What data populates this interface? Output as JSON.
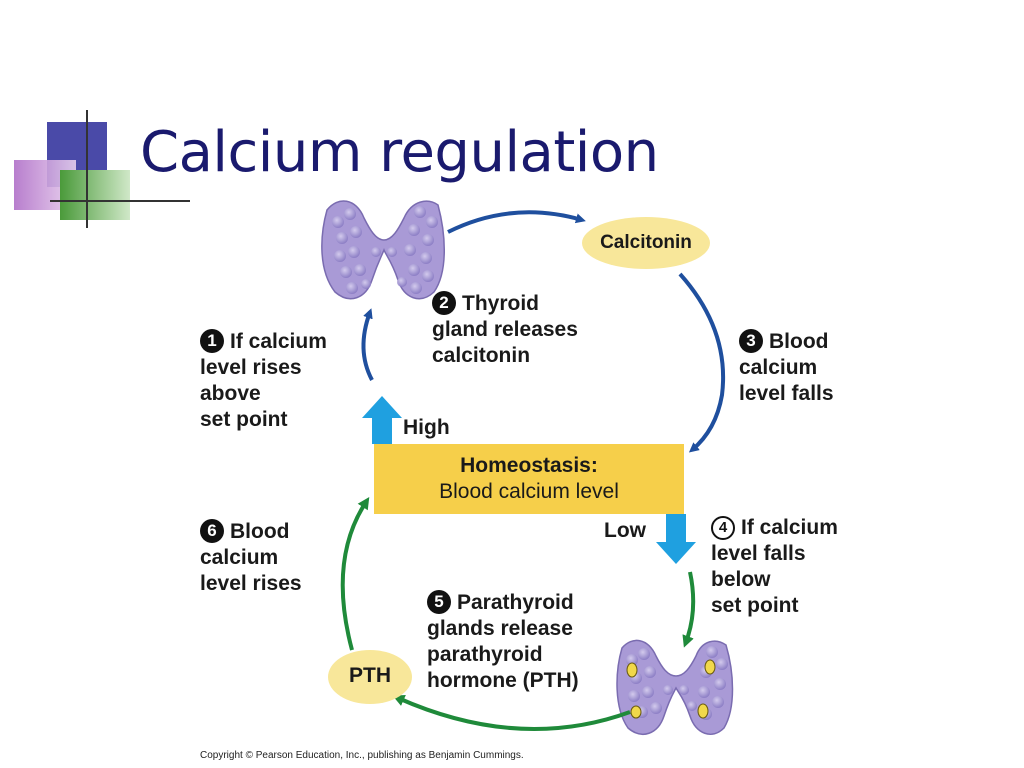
{
  "slide": {
    "title": "Calcium regulation",
    "copyright": "Copyright © Pearson Education, Inc., publishing as Benjamin Cummings."
  },
  "diagram": {
    "homeostasis": {
      "heading": "Homeostasis:",
      "subheading": "Blood calcium level"
    },
    "high_label": "High",
    "low_label": "Low",
    "hormones": {
      "calcitonin": "Calcitonin",
      "pth": "PTH"
    },
    "steps": [
      {
        "number": "1",
        "lines": [
          "If calcium",
          "level rises",
          "above",
          "set point"
        ]
      },
      {
        "number": "2",
        "lines": [
          "Thyroid",
          "gland releases",
          "calcitonin"
        ]
      },
      {
        "number": "3",
        "lines": [
          "Blood",
          "calcium",
          "level falls"
        ]
      },
      {
        "number": "4",
        "lines": [
          "If calcium",
          "level falls",
          "below",
          "set point"
        ]
      },
      {
        "number": "5",
        "lines": [
          "Parathyroid",
          "glands release",
          "parathyroid",
          "hormone (PTH)"
        ]
      },
      {
        "number": "6",
        "lines": [
          "Blood",
          "calcium",
          "level rises"
        ]
      }
    ],
    "colors": {
      "blue_arrows": "#1f4f9e",
      "green_arrows": "#1f8a3a",
      "high_low_arrows": "#1fa0e0",
      "homeostasis_box": "#f6cf4a",
      "hormone_ellipse": "#f8e79a",
      "gland": "#a99ad6",
      "title": "#1a1a6e"
    }
  }
}
